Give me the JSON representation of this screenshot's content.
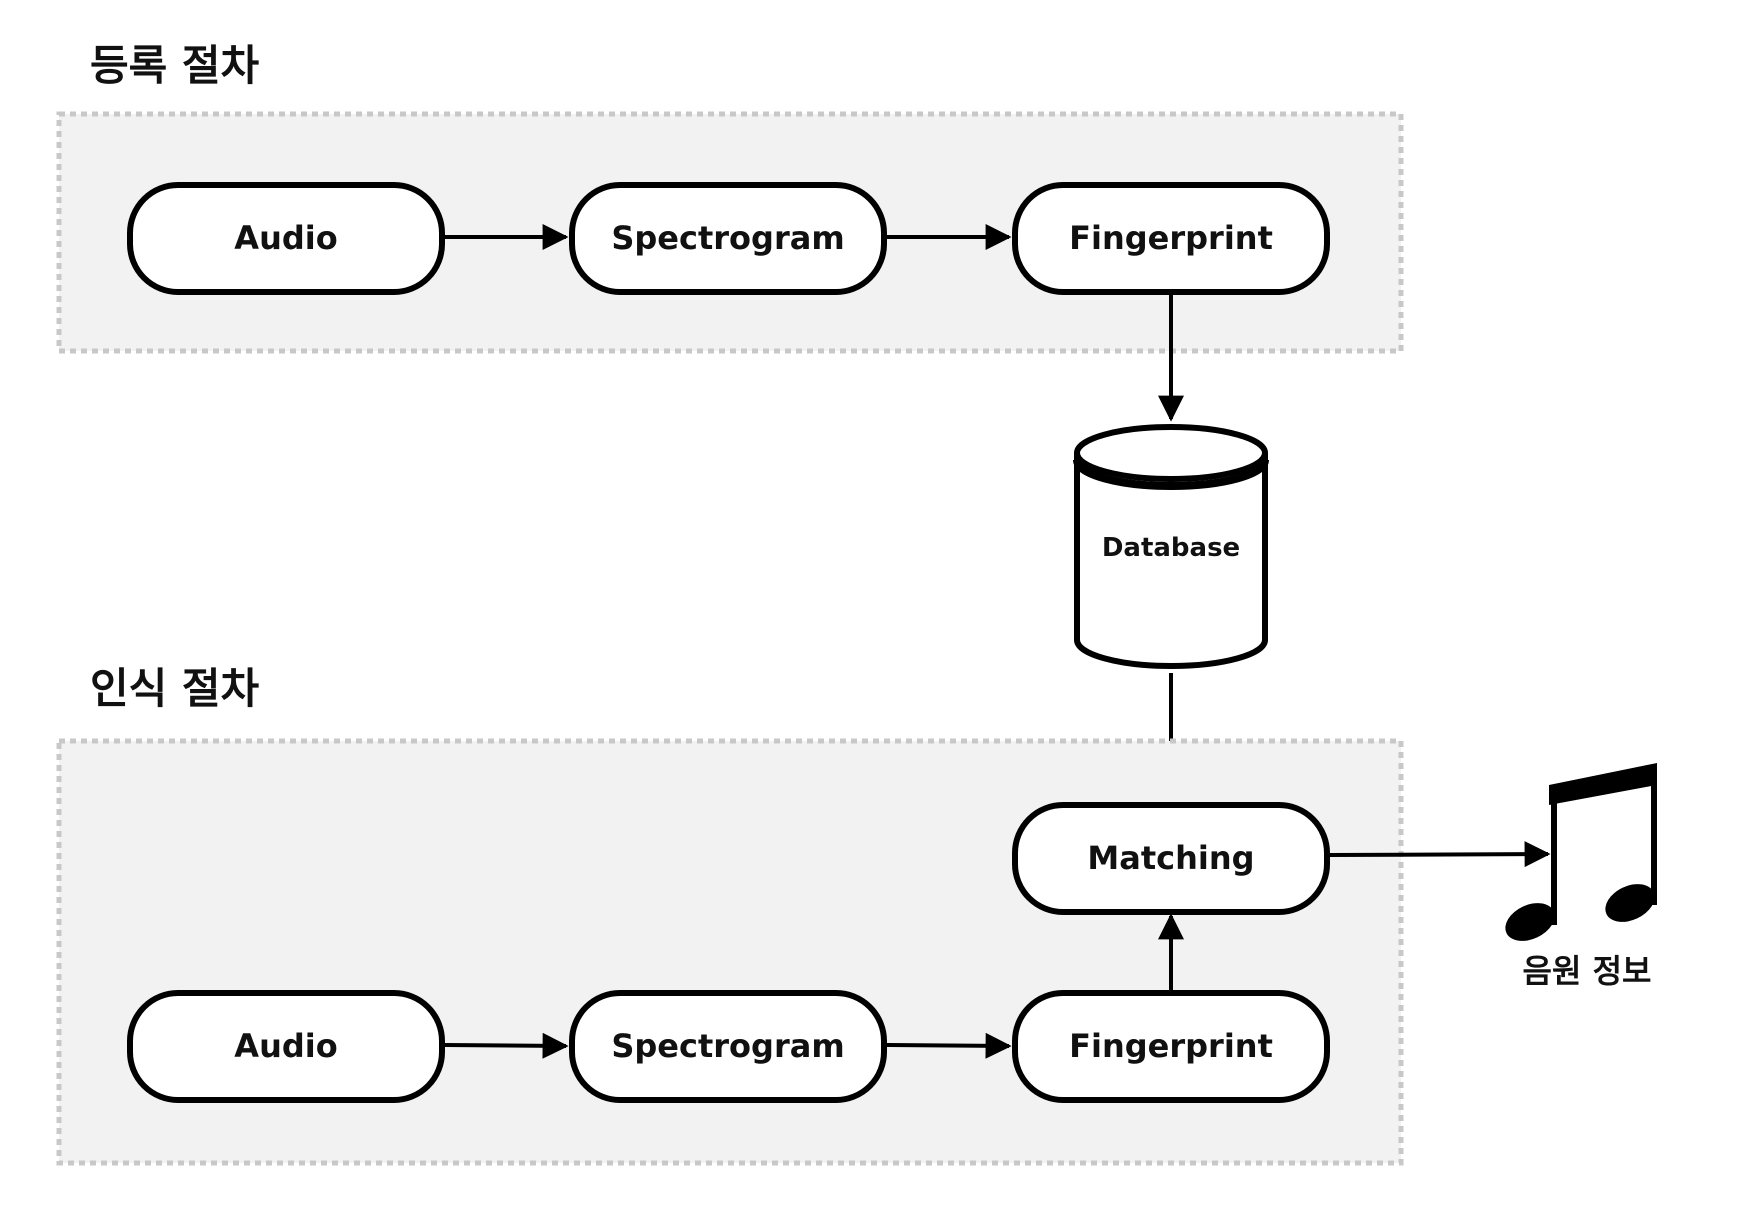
{
  "sections": {
    "registration": {
      "title": "등록 절차",
      "nodes": [
        "Audio",
        "Spectrogram",
        "Fingerprint"
      ]
    },
    "recognition": {
      "title": "인식 절차",
      "nodes": [
        "Audio",
        "Spectrogram",
        "Fingerprint"
      ],
      "matching": "Matching"
    }
  },
  "database": {
    "label": "Database"
  },
  "result": {
    "label": "음원 정보",
    "icon": "music-note-icon"
  },
  "colors": {
    "group_fill": "#f2f2f2",
    "group_border": "#c8c8c8",
    "line": "#000000"
  }
}
